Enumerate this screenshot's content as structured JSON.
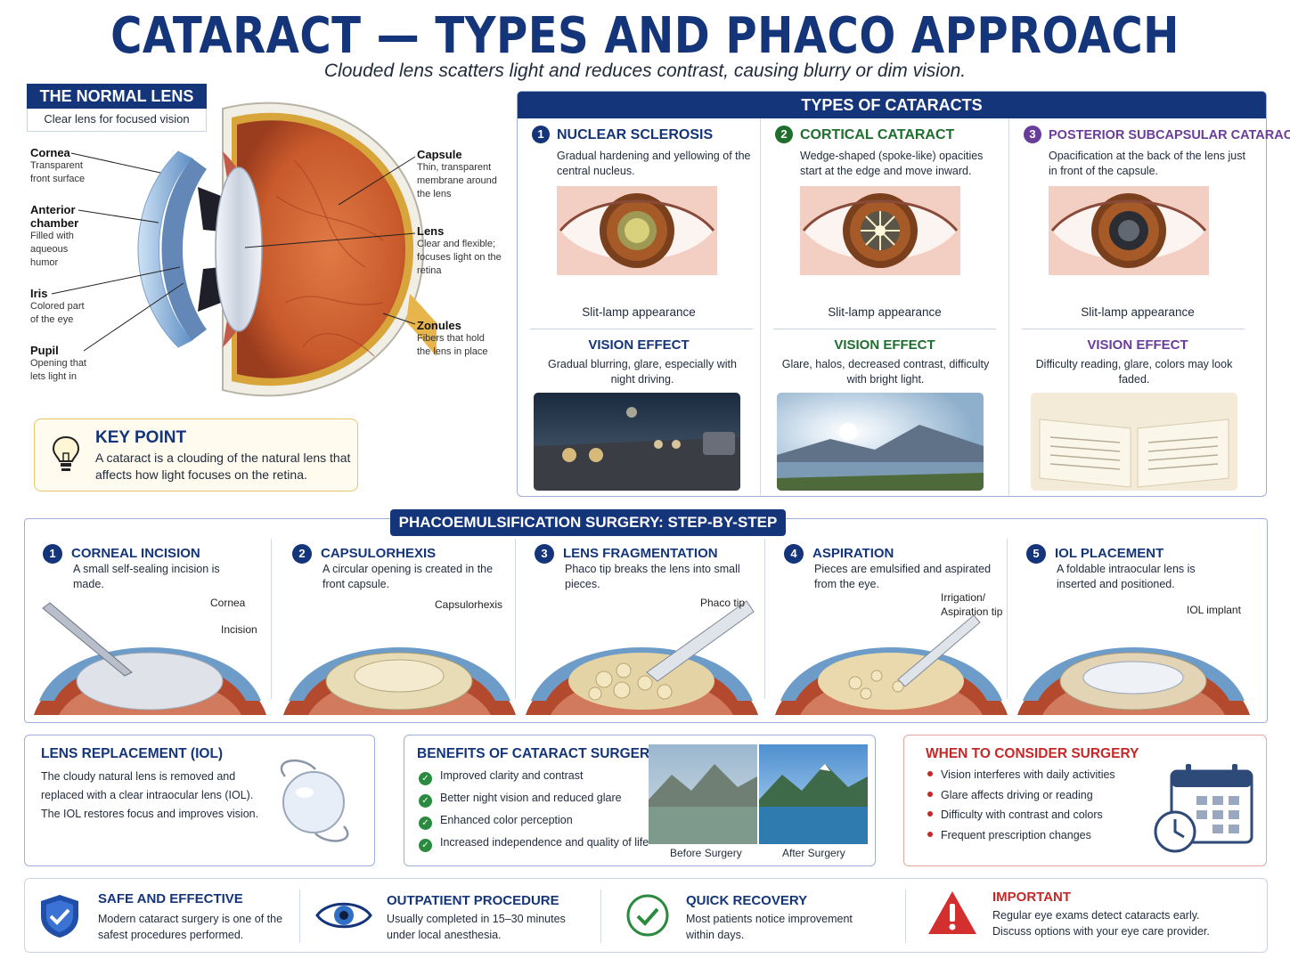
{
  "header": {
    "title": "CATARACT — TYPES AND PHACO APPROACH",
    "subtitle": "Clouded lens scatters light and reduces contrast, causing blurry or dim vision."
  },
  "normal_lens": {
    "title": "THE NORMAL LENS",
    "subtitle": "Clear lens for focused vision",
    "labels": [
      {
        "title": "Cornea",
        "desc": "Transparent front surface"
      },
      {
        "title": "Anterior chamber",
        "desc": "Filled with aqueous humor"
      },
      {
        "title": "Iris",
        "desc": "Colored part of the eye"
      },
      {
        "title": "Pupil",
        "desc": "Opening that lets light in"
      },
      {
        "title": "Capsule",
        "desc": "Thin, transparent membrane around the lens"
      },
      {
        "title": "Lens",
        "desc": "Clear and flexible; focuses light on the retina"
      },
      {
        "title": "Zonules",
        "desc": "Fibers that hold the lens in place"
      }
    ]
  },
  "key_point": {
    "title": "KEY POINT",
    "text": "A cataract is a clouding of the natural lens that affects how light focuses on the retina."
  },
  "types": {
    "header": "TYPES OF CATARACTS",
    "items": [
      {
        "num": "1",
        "title": "NUCLEAR SCLEROSIS",
        "desc": "Gradual hardening and yellowing of the central nucleus.",
        "slit": "Slit-lamp appearance",
        "effect_title": "VISION EFFECT",
        "effect": "Gradual blurring, glare, especially with night driving.",
        "color": "#14357a"
      },
      {
        "num": "2",
        "title": "CORTICAL CATARACT",
        "desc": "Wedge-shaped (spoke-like) opacities start at the edge and move inward.",
        "slit": "Slit-lamp appearance",
        "effect_title": "VISION EFFECT",
        "effect": "Glare, halos, decreased contrast, difficulty with bright light.",
        "color": "#1f6e2e"
      },
      {
        "num": "3",
        "title": "POSTERIOR SUBCAPSULAR CATARACT",
        "desc": "Opacification at the back of the lens just in front of the capsule.",
        "slit": "Slit-lamp appearance",
        "effect_title": "VISION EFFECT",
        "effect": "Difficulty reading, glare, colors may look faded.",
        "color": "#6a3d9a"
      }
    ]
  },
  "phaco": {
    "header": "PHACOEMULSIFICATION SURGERY: STEP-BY-STEP",
    "steps": [
      {
        "num": "1",
        "title": "CORNEAL INCISION",
        "desc": "A small self-sealing incision is made.",
        "tags": [
          "Cornea",
          "Incision"
        ]
      },
      {
        "num": "2",
        "title": "CAPSULORHEXIS",
        "desc": "A circular opening is created in the front capsule.",
        "tags": [
          "Capsulorhexis"
        ]
      },
      {
        "num": "3",
        "title": "LENS FRAGMENTATION",
        "desc": "Phaco tip breaks the lens into small pieces.",
        "tags": [
          "Phaco tip"
        ]
      },
      {
        "num": "4",
        "title": "ASPIRATION",
        "desc": "Pieces are emulsified and aspirated from the eye.",
        "tags": [
          "Irrigation/ Aspiration tip"
        ]
      },
      {
        "num": "5",
        "title": "IOL PLACEMENT",
        "desc": "A foldable intraocular lens is inserted and positioned.",
        "tags": [
          "IOL implant"
        ]
      }
    ]
  },
  "iol": {
    "title": "LENS REPLACEMENT (IOL)",
    "text": "The cloudy natural lens is removed and replaced with a clear intraocular lens (IOL). The IOL restores focus and improves vision."
  },
  "benefits": {
    "title": "BENEFITS OF CATARACT SURGERY",
    "items": [
      "Improved clarity and contrast",
      "Better night vision and reduced glare",
      "Enhanced color perception",
      "Increased independence and quality of life"
    ],
    "before": "Before Surgery",
    "after": "After Surgery"
  },
  "when": {
    "title": "WHEN TO CONSIDER SURGERY",
    "items": [
      "Vision interferes with daily activities",
      "Glare affects driving or reading",
      "Difficulty with contrast and colors",
      "Frequent prescription changes"
    ]
  },
  "footer": [
    {
      "title": "SAFE AND EFFECTIVE",
      "text": "Modern cataract surgery is one of the safest procedures performed.",
      "icon": "shield-check-icon"
    },
    {
      "title": "OUTPATIENT PROCEDURE",
      "text": "Usually completed in 15–30 minutes under local anesthesia.",
      "icon": "eye-icon"
    },
    {
      "title": "QUICK RECOVERY",
      "text": "Most patients notice improvement within days.",
      "icon": "check-circle-icon"
    },
    {
      "title": "IMPORTANT",
      "text": "Regular eye exams detect cataracts early. Discuss options with your eye care provider.",
      "icon": "warning-icon"
    }
  ],
  "colors": {
    "navy": "#14357a",
    "green": "#1f6e2e",
    "purple": "#6a3d9a",
    "red": "#c62828"
  }
}
